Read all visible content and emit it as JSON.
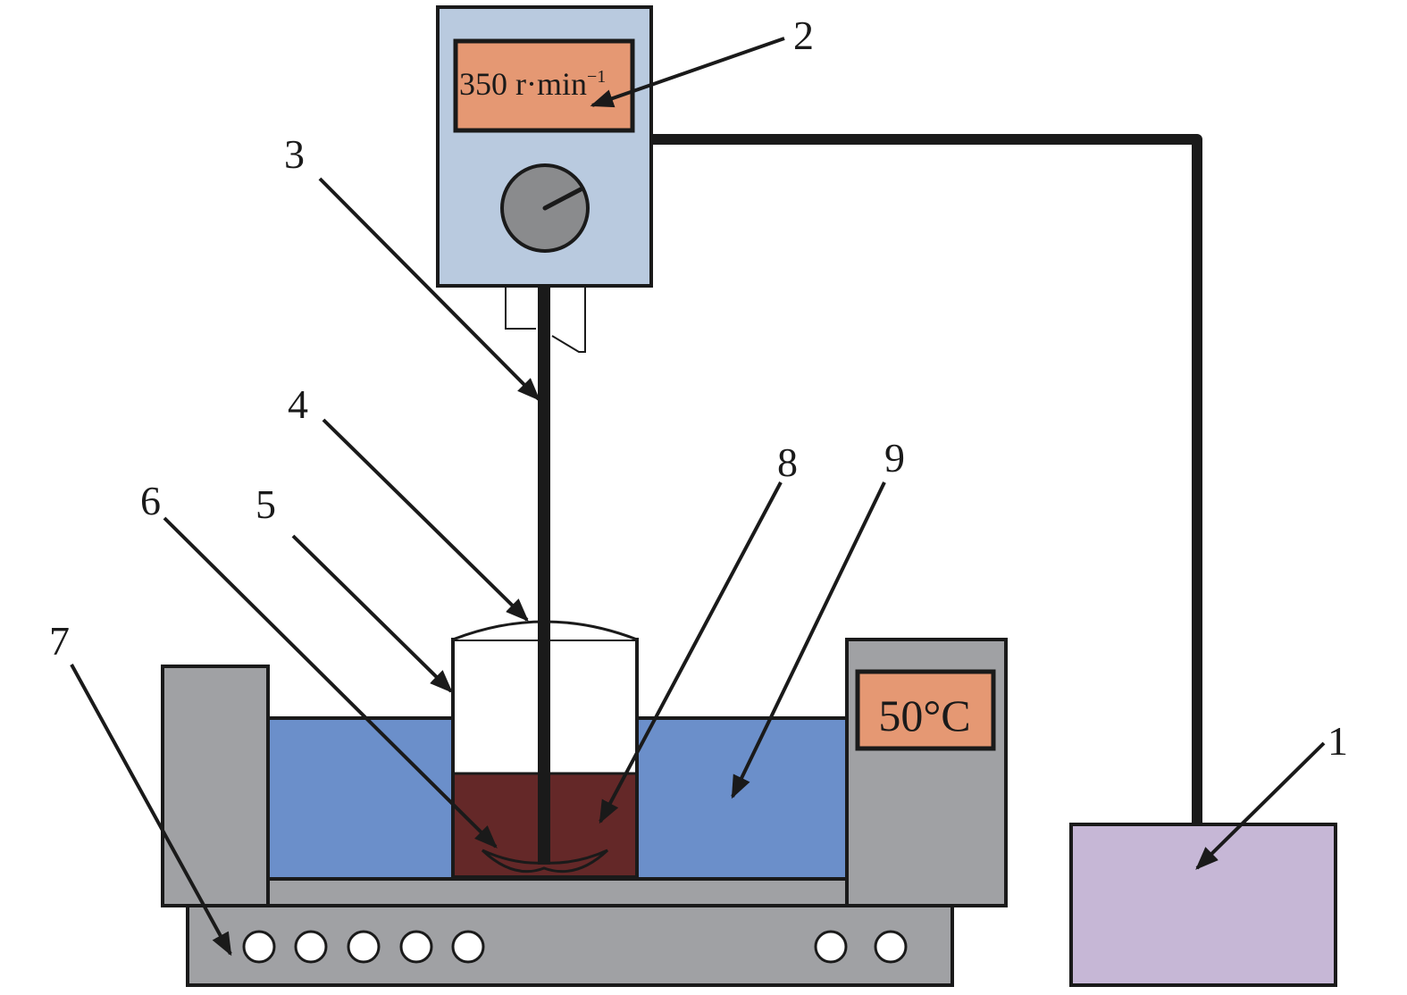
{
  "speed_display": {
    "value": "350 r·min",
    "exponent": "−1"
  },
  "temp_display": {
    "text": "50°C"
  },
  "callouts": [
    "1",
    "2",
    "3",
    "4",
    "5",
    "6",
    "7",
    "8",
    "9"
  ],
  "colors": {
    "controller_body": "#b9cadf",
    "display_fill": "#e59873",
    "knob_fill": "#8a8b8d",
    "water": "#6b8fca",
    "bath_gray": "#a0a1a4",
    "liquid": "#642828",
    "power_box": "#c6b7d6",
    "outline": "#1a1a1a"
  }
}
